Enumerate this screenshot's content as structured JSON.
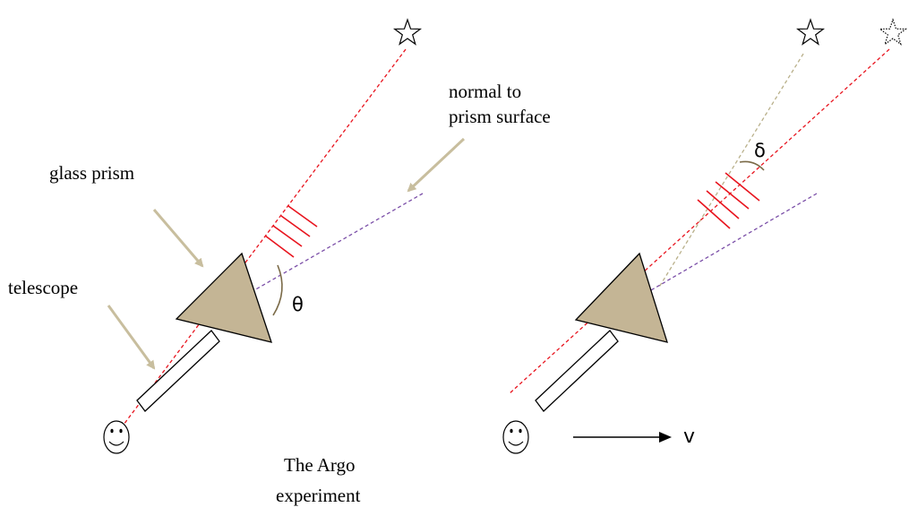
{
  "labels": {
    "normal_line1": "normal to",
    "normal_line2": "prism surface",
    "glass_prism": "glass prism",
    "telescope": "telescope",
    "theta": "θ",
    "delta": "δ",
    "velocity": "v",
    "caption_line1": "The Argo",
    "caption_line2": "experiment"
  },
  "colors": {
    "light_ray": "#e8141e",
    "normal_line": "#7b4fa8",
    "apparent_ray": "#b9b08a",
    "prism_fill": "#c4b595",
    "pointer_arrow": "#c8be9e",
    "outline": "#000000"
  },
  "icons": [
    "star-icon",
    "dotted-star-icon",
    "smiley-face-icon",
    "arrow-right-icon"
  ]
}
